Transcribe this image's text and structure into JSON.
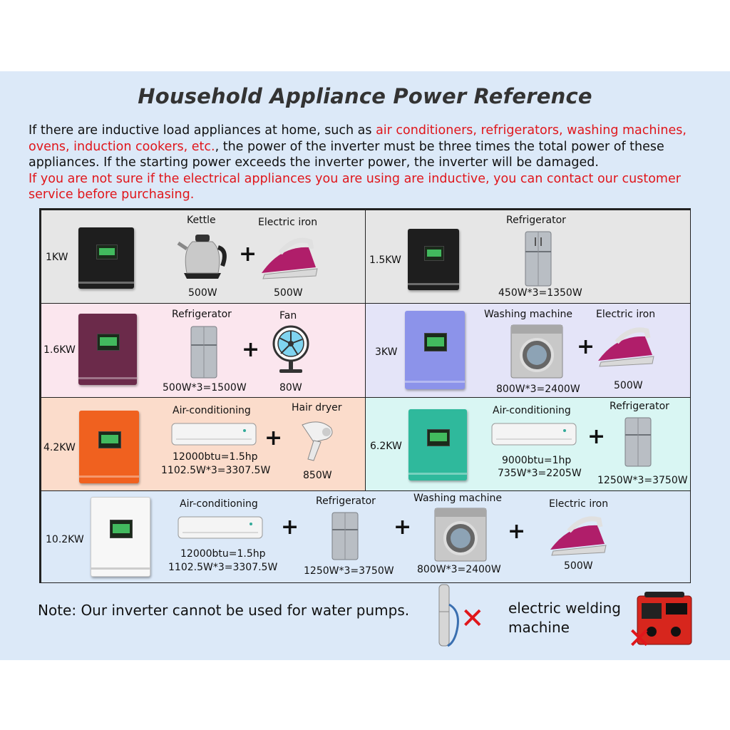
{
  "title": "Household Appliance Power Reference",
  "intro": {
    "p1_a": "If there are inductive load appliances at home, such as ",
    "p1_red": "air conditioners, refrigerators, washing machines, ovens, induction cookers, etc.",
    "p1_b": ", the power of the inverter must be three times the total power of these appliances. If the starting power exceeds the inverter power, the inverter will be damaged.",
    "p2_red": "If you are not sure if the electrical appliances you are using are inductive, you can contact our customer service before purchasing."
  },
  "rows": {
    "r1": {
      "left": {
        "power": "1KW",
        "a1_name": "Kettle",
        "a1_watt": "500W",
        "a2_name": "Electric iron",
        "a2_watt": "500W"
      },
      "right": {
        "power": "1.5KW",
        "a1_name": "Refrigerator",
        "a1_watt": "450W*3=1350W"
      }
    },
    "r2": {
      "left": {
        "power": "1.6KW",
        "a1_name": "Refrigerator",
        "a1_watt": "500W*3=1500W",
        "a2_name": "Fan",
        "a2_watt": "80W"
      },
      "right": {
        "power": "3KW",
        "a1_name": "Washing machine",
        "a1_watt": "800W*3=2400W",
        "a2_name": "Electric iron",
        "a2_watt": "500W"
      }
    },
    "r3": {
      "left": {
        "power": "4.2KW",
        "a1_name": "Air-conditioning",
        "a1_watt_1": "12000btu=1.5hp",
        "a1_watt_2": "1102.5W*3=3307.5W",
        "a2_name": "Hair dryer",
        "a2_watt": "850W"
      },
      "right": {
        "power": "6.2KW",
        "a1_name": "Air-conditioning",
        "a1_watt_1": "9000btu=1hp",
        "a1_watt_2": "735W*3=2205W",
        "a2_name": "Refrigerator",
        "a2_watt": "1250W*3=3750W"
      }
    },
    "r4": {
      "power": "10.2KW",
      "a1_name": "Air-conditioning",
      "a1_watt_1": "12000btu=1.5hp",
      "a1_watt_2": "1102.5W*3=3307.5W",
      "a2_name": "Refrigerator",
      "a2_watt": "1250W*3=3750W",
      "a3_name": "Washing machine",
      "a3_watt": "800W*3=2400W",
      "a4_name": "Electric iron",
      "a4_watt": "500W"
    }
  },
  "plus": "+",
  "note": "Note: Our inverter cannot be used for water pumps.",
  "welding": {
    "line1": "electric welding",
    "line2": "machine"
  },
  "cross": "✕",
  "colors": {
    "panel": "#dce9f8",
    "red": "#e0161b",
    "row1": "#e6e6e6",
    "row2_left": "#fbe6ee",
    "row2_right": "#e4e4f8",
    "row3_left": "#fbdccb",
    "row3_right": "#d9f6f3",
    "row4": "#dce9f8"
  }
}
